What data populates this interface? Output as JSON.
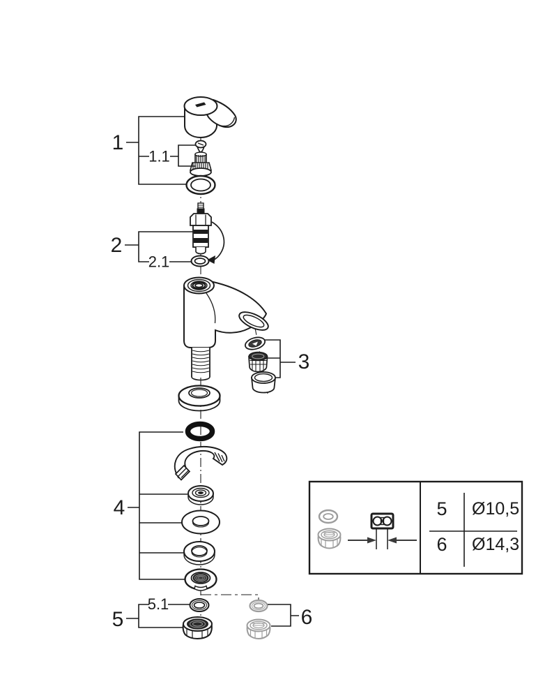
{
  "diagram": {
    "kind": "faucet-exploded-parts-diagram",
    "colors": {
      "line": "#1c1c1c",
      "muted_part": "#9c9c9c",
      "background": "#ffffff"
    },
    "callouts": {
      "item1": "1",
      "item1_1": "1.1",
      "item2": "2",
      "item2_1": "2.1",
      "item3": "3",
      "item4": "4",
      "item5": "5",
      "item5_1": "5.1",
      "item6": "6"
    }
  },
  "size_table": {
    "rows": [
      {
        "ref": "5",
        "diameter": "Ø10,5"
      },
      {
        "ref": "6",
        "diameter": "Ø14,3"
      }
    ]
  }
}
